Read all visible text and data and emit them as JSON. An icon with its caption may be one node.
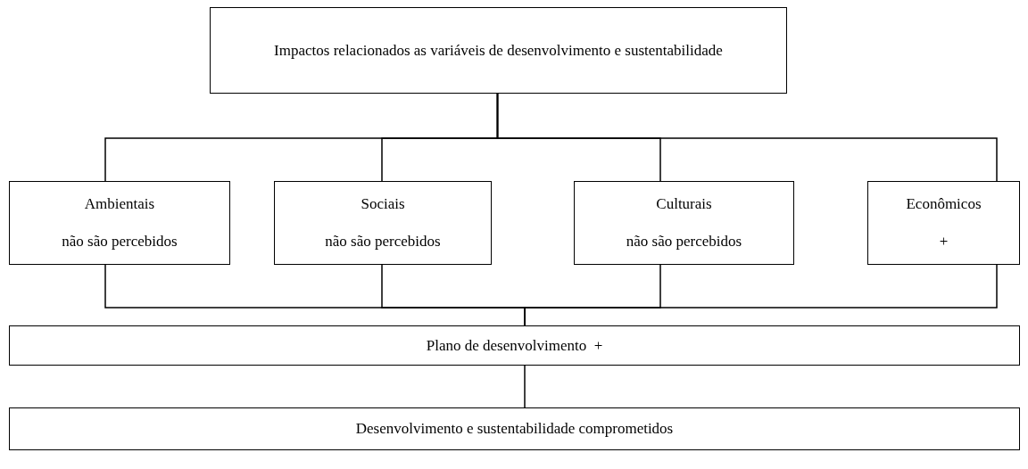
{
  "diagram": {
    "nodes": [
      {
        "text": [
          "Impactos relacionados as variáveis de desenvolvimento e sustentabilidade"
        ]
      },
      {
        "text": [
          "Ambientais",
          "não são percebidos"
        ]
      },
      {
        "text": [
          "Sociais",
          "não são percebidos"
        ]
      },
      {
        "text": [
          "Culturais",
          "não são percebidos"
        ]
      },
      {
        "text": [
          "Econômicos",
          "+"
        ]
      },
      {
        "text": [
          "Plano de desenvolvimento  +"
        ]
      },
      {
        "text": [
          "Desenvolvimento e sustentabilidade comprometidos"
        ]
      }
    ],
    "edges": [
      {
        "from": 0,
        "to": 1,
        "arrow": "none"
      },
      {
        "from": 0,
        "to": 2,
        "arrow": "none"
      },
      {
        "from": 0,
        "to": 3,
        "arrow": "none"
      },
      {
        "from": 0,
        "to": 4,
        "arrow": "none"
      },
      {
        "from": 1,
        "to": 5,
        "arrow": "none"
      },
      {
        "from": 2,
        "to": 5,
        "arrow": "none"
      },
      {
        "from": 3,
        "to": 5,
        "arrow": "none"
      },
      {
        "from": 4,
        "to": 5,
        "arrow": "none"
      },
      {
        "from": 5,
        "to": 6,
        "arrow": "none"
      }
    ]
  }
}
